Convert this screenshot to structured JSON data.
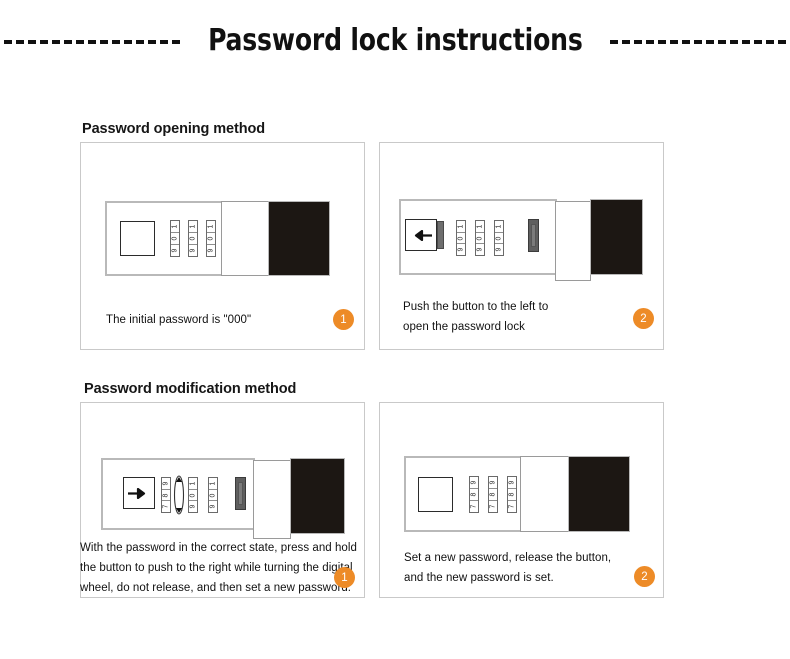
{
  "header": {
    "title": "Password lock instructions",
    "left_rule": "dashed-line",
    "right_rule": "dashed-line"
  },
  "sections": [
    {
      "heading": "Password opening method"
    },
    {
      "heading": "Password modification method"
    }
  ],
  "panels": [
    {
      "id": "panel-1",
      "badge": "1",
      "caption_lines": [
        "The initial password is \"000\""
      ],
      "dials": [
        {
          "digits": [
            "1",
            "0",
            "9"
          ]
        },
        {
          "digits": [
            "1",
            "0",
            "9"
          ]
        },
        {
          "digits": [
            "1",
            "0",
            "9"
          ]
        }
      ],
      "button": {
        "type": "plain-square",
        "arrow": "none"
      }
    },
    {
      "id": "panel-2",
      "badge": "2",
      "caption_lines": [
        "Push the button to the left to",
        "open the password lock"
      ],
      "dials": [
        {
          "digits": [
            "1",
            "0",
            "9"
          ]
        },
        {
          "digits": [
            "1",
            "0",
            "9"
          ]
        },
        {
          "digits": [
            "1",
            "0",
            "9"
          ]
        }
      ],
      "button": {
        "type": "arrow-square",
        "arrow": "left"
      },
      "latch": "open"
    },
    {
      "id": "panel-3",
      "badge": "1",
      "caption_lines": [
        "With the password in the correct state, press and hold",
        "the button to push to the right while turning the digital",
        "wheel, do not release, and then set a new password."
      ],
      "dials": [
        {
          "digits": [
            "9",
            "8",
            "7"
          ]
        },
        {
          "digits": [
            "1",
            "0",
            "9"
          ]
        },
        {
          "digits": [
            "1",
            "0",
            "9"
          ]
        }
      ],
      "button": {
        "type": "arrow-square",
        "arrow": "right"
      },
      "rotation_indicator": true,
      "latch": "open"
    },
    {
      "id": "panel-4",
      "badge": "2",
      "caption_lines": [
        "Set a new password, release the button,",
        "and the new password is set."
      ],
      "dials": [
        {
          "digits": [
            "9",
            "8",
            "7"
          ]
        },
        {
          "digits": [
            "9",
            "8",
            "7"
          ]
        },
        {
          "digits": [
            "9",
            "8",
            "7"
          ]
        }
      ],
      "button": {
        "type": "plain-square",
        "arrow": "none"
      }
    }
  ],
  "colors": {
    "badge": "#ED8B27",
    "panel_border": "#c9c9c9",
    "lock_body_border": "#b9b9b9",
    "lock_dark": "#1c1713",
    "text": "#111111",
    "dial_border": "#6a6a6a",
    "latch": "#5f5f5f"
  }
}
